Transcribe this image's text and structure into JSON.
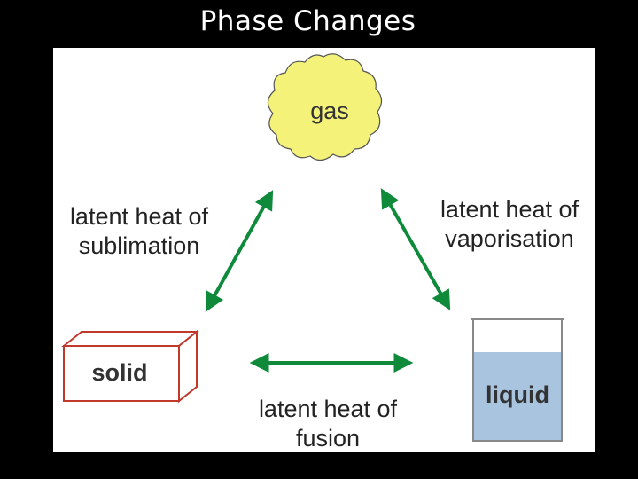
{
  "title": "Phase Changes",
  "colors": {
    "arrow": "#0e8a3a",
    "gas_fill": "#f4f279",
    "solid_outline": "#c0392b",
    "liquid_fill": "#a9c4df"
  },
  "nodes": {
    "gas": "gas",
    "solid": "solid",
    "liquid": "liquid"
  },
  "edges": {
    "sublimation": {
      "line1": "latent heat of",
      "line2": "sublimation"
    },
    "vaporisation": {
      "line1": "latent heat of",
      "line2": "vaporisation"
    },
    "fusion": {
      "line1": "latent heat of",
      "line2": "fusion"
    }
  }
}
